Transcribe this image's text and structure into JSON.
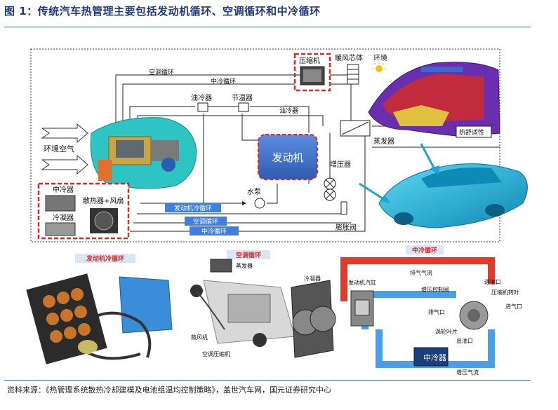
{
  "title": "图 1：传统汽车热管理主要包括发动机循环、空调循环和中冷循环",
  "source": "资料来源：《热管理系统散热冷却建模及电池组温均控制策略》，盖世汽车网，国元证券研究中心",
  "top_diagram": {
    "ambient_air": "环境空气",
    "ac_loop": "空调循环",
    "intercooler_loop": "中冷循环",
    "oil_cooler": "油冷器",
    "thermostat": "节温器",
    "oil_cooler_2": "油冷器",
    "compressor": "压缩机",
    "heater_core": "暖风芯体",
    "environment": "环境",
    "thermal_comfort": "热舒适性",
    "evaporator": "蒸发器",
    "engine": "发动机",
    "turbocharger": "增压器",
    "water_pump": "水泵",
    "expansion_valve": "膨胀阀",
    "intercooler": "中冷器",
    "radiator_fan": "散热器+风扇",
    "condenser": "冷凝器",
    "engine_loop_tag": "发动机冷循环",
    "ac_loop_tag": "空调循环",
    "intercooler_loop_tag": "中冷循环"
  },
  "bottom_left": {
    "title": "发动机冷循环"
  },
  "bottom_middle": {
    "title": "空调循环",
    "evaporator": "蒸发器",
    "condenser": "冷凝器",
    "fan": "鼓风机",
    "compressor": "空调压缩机"
  },
  "bottom_right": {
    "title": "中冷循环",
    "exhaust_flow": "排气气流",
    "cylinder": "发动机汽缸",
    "boost_valve": "增压控制阀",
    "inlet": "进油口",
    "compressor_blade": "压缩机转叶",
    "exhaust_port": "排气口",
    "air_inlet": "进气口",
    "turbine_blade": "涡轮叶片",
    "outlet": "出油口",
    "intercooler": "中冷器",
    "boost_flow": "增压气流"
  },
  "colors": {
    "title": "#1f3a7a",
    "engine_box": "#3d6fc4",
    "highlight_red": "#d42a2a",
    "tag_blue": "#3f7fe0",
    "cyan_car": "#1fb3d6",
    "hot_pipe": "#e03a2a",
    "cold_pipe": "#4aa0e8"
  }
}
